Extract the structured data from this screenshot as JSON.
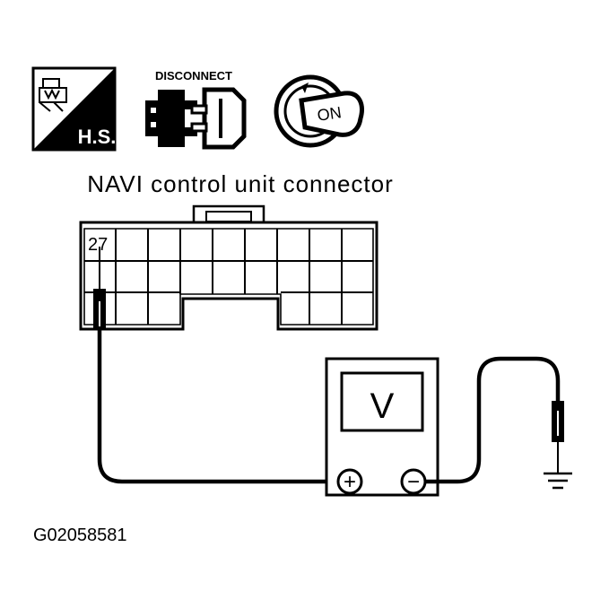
{
  "icons": {
    "hs_label": "H.S.",
    "disconnect_label": "DISCONNECT",
    "ignition_label": "ON"
  },
  "diagram": {
    "connector_title": "NAVI control unit connector",
    "terminal_number": "27",
    "meter_symbol": "V",
    "plus_symbol": "+",
    "minus_symbol": "−"
  },
  "footer": {
    "figure_code": "G02058581"
  }
}
